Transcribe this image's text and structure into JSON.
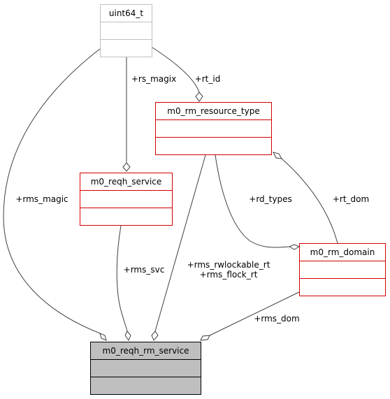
{
  "colors": {
    "background": "#ffffff",
    "edge": "#404040",
    "highlight_border": "#d40000",
    "external_border": "#bfbfbf",
    "focus_border": "#000000",
    "focus_fill": "#bfbfbf",
    "node_fill": "#ffffff"
  },
  "nodes": {
    "uint64_t": {
      "title": "uint64_t"
    },
    "resource_type": {
      "title": "m0_rm_resource_type"
    },
    "reqh_service": {
      "title": "m0_reqh_service"
    },
    "rm_domain": {
      "title": "m0_rm_domain"
    },
    "reqh_rm_service": {
      "title": "m0_reqh_rm_service"
    }
  },
  "edges": {
    "rs_magix": "+rs_magix",
    "rt_id": "+rt_id",
    "rms_magic": "+rms_magic",
    "rd_types": "+rd_types",
    "rt_dom": "+rt_dom",
    "rms_svc": "+rms_svc",
    "rms_rwlockable_rt": "+rms_rwlockable_rt",
    "rms_flock_rt": "+rms_flock_rt",
    "rms_dom": "+rms_dom"
  }
}
